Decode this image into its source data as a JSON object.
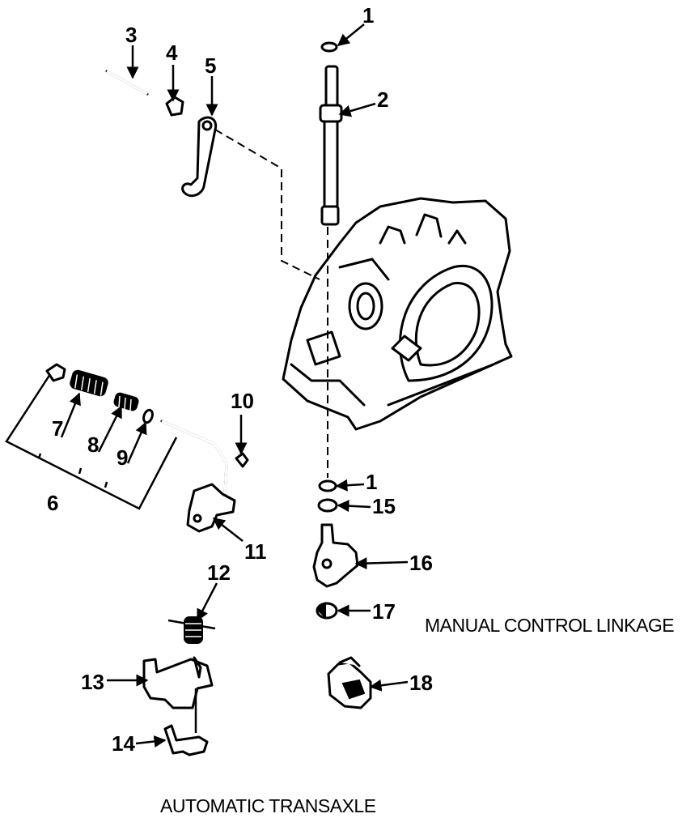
{
  "captions": {
    "manual_control_linkage": "MANUAL CONTROL LINKAGE",
    "automatic_transaxle": "AUTOMATIC TRANSAXLE"
  },
  "callouts": [
    "1",
    "2",
    "3",
    "4",
    "5",
    "6",
    "7",
    "8",
    "9",
    "10",
    "11",
    "12",
    "13",
    "14",
    "15",
    "16",
    "17",
    "1",
    "18"
  ]
}
